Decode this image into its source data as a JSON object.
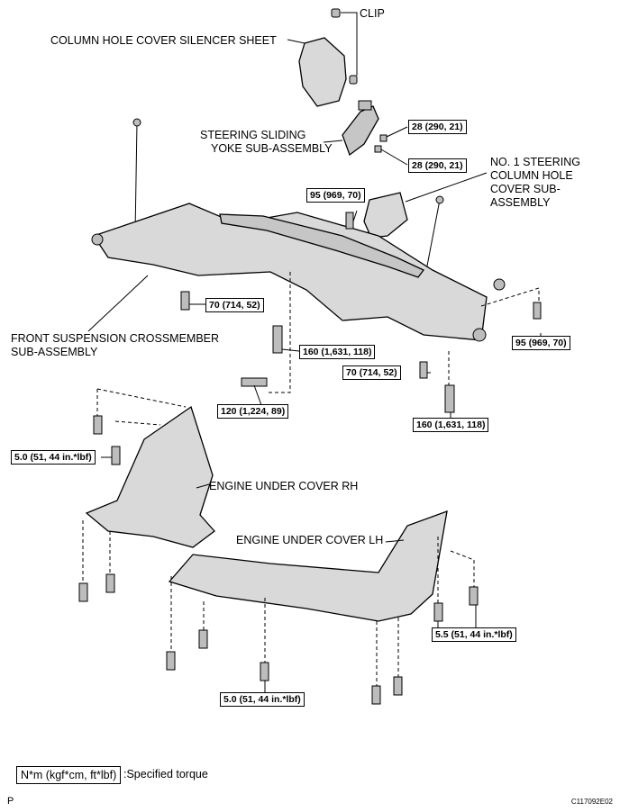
{
  "labels": {
    "clip": "CLIP",
    "silencer": "COLUMN HOLE COVER SILENCER SHEET",
    "yoke_line1": "STEERING SLIDING",
    "yoke_line2": "YOKE SUB-ASSEMBLY",
    "cover_line1": "NO. 1 STEERING",
    "cover_line2": "COLUMN HOLE",
    "cover_line3": "COVER SUB-",
    "cover_line4": "ASSEMBLY",
    "crossmember_line1": "FRONT SUSPENSION CROSSMEMBER",
    "crossmember_line2": "SUB-ASSEMBLY",
    "under_rh": "ENGINE UNDER COVER RH",
    "under_lh": "ENGINE UNDER COVER LH"
  },
  "torques": {
    "t28a": "28 (290, 21)",
    "t28b": "28 (290, 21)",
    "t95a": "95 (969, 70)",
    "t95b": "95 (969, 70)",
    "t70a": "70 (714, 52)",
    "t70b": "70 (714, 52)",
    "t160a": "160 (1,631, 118)",
    "t160b": "160 (1,631, 118)",
    "t120": "120 (1,224, 89)",
    "t50a": "5.0 (51, 44 in.*lbf)",
    "t55": "5.5 (51, 44 in.*lbf)",
    "t50b": "5.0 (51, 44 in.*lbf)"
  },
  "legend": {
    "box": "N*m (kgf*cm, ft*lbf)",
    "text": ":Specified torque"
  },
  "corner": {
    "left": "P",
    "right": "C117092E02"
  }
}
